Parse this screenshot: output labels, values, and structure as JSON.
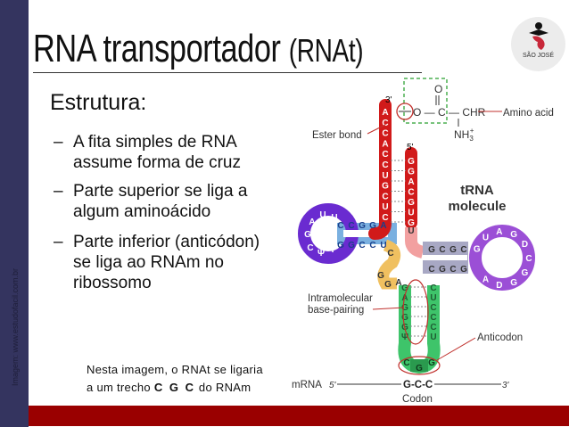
{
  "slide": {
    "title_main": "RNA transportador",
    "title_suffix": "(RNAt)",
    "heading": "Estrutura:",
    "bullets": [
      {
        "dash": "–",
        "text": "A fita simples de RNA assume forma de cruz"
      },
      {
        "dash": "–",
        "text": "Parte superior se liga a algum aminoácido"
      },
      {
        "dash": "–",
        "text": "Parte inferior (anticódon) se liga ao RNAm no ribossomo"
      }
    ],
    "note_line1": "Nesta imagem, o RNAt se ligaria",
    "note_prefix": "a um trecho",
    "note_bold": "C G C",
    "note_suffix": "do RNAm",
    "credit": "Imagem: www.estudofacil.com.br",
    "logo_text": "SÃO JOSÉ"
  },
  "diagram": {
    "label_3prime": "3'",
    "label_5prime": "5'",
    "chem_O_top": "O",
    "chem_chain": "O — C — CHR",
    "chem_nh3": "NH",
    "chem_nh3_sub": "3",
    "chem_nh3_sup": "+",
    "ester_bond": "Ester bond",
    "amino_acid": "Amino acid",
    "trna_line1": "tRNA",
    "trna_line2": "molecule",
    "intramolecular_line1": "Intramolecular",
    "intramolecular_line2": "base-pairing",
    "anticodon": "Anticodon",
    "mrna": "mRNA",
    "mrna_5": "5'",
    "mrna_3": "3'",
    "codon_seq": "G-C-C",
    "codon": "Codon",
    "acceptor_3_strand": [
      "A",
      "C",
      "C",
      "A",
      "C",
      "C",
      "U",
      "G",
      "C",
      "U",
      "C"
    ],
    "acceptor_5_strand": [
      "G",
      "G",
      "A",
      "C",
      "G",
      "U",
      "G"
    ],
    "acceptor_5_extra": "U",
    "d_stem_top": [
      "C",
      "C",
      "G",
      "G",
      "A"
    ],
    "d_stem_bottom": [
      "G",
      "G",
      "C",
      "C",
      "U"
    ],
    "d_loop": [
      "A",
      "U",
      "U",
      "G",
      "C",
      "Ψ",
      "T"
    ],
    "t_stem_top": [
      "G",
      "C",
      "G",
      "C"
    ],
    "t_stem_bottom": [
      "C",
      "G",
      "C",
      "G"
    ],
    "t_loop": [
      "G",
      "U",
      "A",
      "G",
      "D",
      "C",
      "G",
      "G",
      "D",
      "A"
    ],
    "connector": [
      "C",
      "G",
      "G",
      "A"
    ],
    "anticodon_stem_left": [
      "G",
      "A",
      "G",
      "G",
      "G",
      "Ψ"
    ],
    "anticodon_stem_right": [
      "C",
      "U",
      "C",
      "C",
      "C",
      "U"
    ],
    "anticodon_loop": [
      "C",
      "G",
      "G"
    ],
    "colors": {
      "acceptor": "#d11a1a",
      "d_stem": "#7ab0e0",
      "loop": "#6a2bd0",
      "t_loop": "#9b4fd6",
      "t_stem": "#a8a8c4",
      "connector": "#f0c060",
      "anticodon": "#3ec46a",
      "accent": "#c0302c",
      "sidebar": "#34345f",
      "footer": "#9a0000"
    }
  }
}
